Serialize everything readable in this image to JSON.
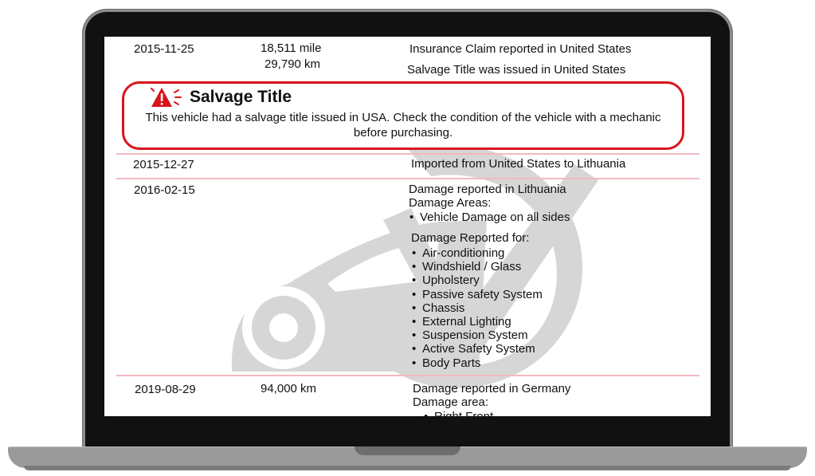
{
  "rows": [
    {
      "date": "2015-11-25",
      "mileage_miles": "18,511 mile",
      "mileage_km": "29,790 km",
      "events": [
        "Insurance Claim reported in United States",
        "Salvage Title was issued in United States"
      ]
    },
    {
      "date": "2015-12-27",
      "events": [
        "Imported from United States to Lithuania"
      ]
    },
    {
      "date": "2016-02-15",
      "event": "Damage reported in Lithuania",
      "areas_label": "Damage Areas:",
      "areas": [
        "Vehicle Damage on all sides"
      ],
      "reported_for_label": "Damage Reported for:",
      "reported_for": [
        "Air-conditioning",
        "Windshield / Glass",
        "Upholstery",
        "Passive safety System",
        "Chassis",
        "External Lighting",
        "Suspension System",
        "Active Safety System",
        "Body Parts"
      ]
    },
    {
      "date": "2019-08-29",
      "mileage_km": "94,000 km",
      "event": "Damage reported in Germany",
      "areas_label": "Damage area:",
      "areas": [
        "Right Front"
      ]
    }
  ],
  "alert": {
    "title": "Salvage Title",
    "message": "This vehicle had a salvage title issued in USA. Check the condition of the vehicle with a mechanic before purchasing.",
    "icon": "warning-triangle-icon",
    "color": "#d8141c"
  },
  "watermark": {
    "icon": "car-check-watermark-icon",
    "color": "#d6d6d6"
  }
}
